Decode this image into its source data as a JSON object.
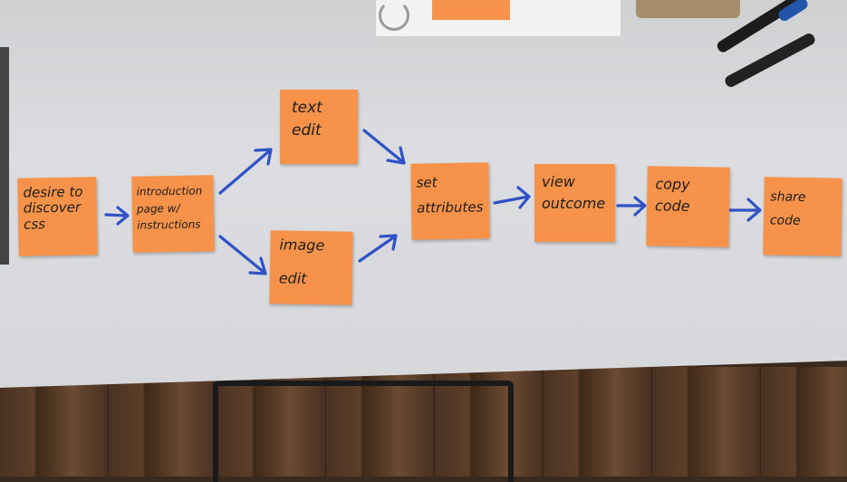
{
  "scene": "sticky-note flow chart on a white table",
  "colors": {
    "note": "#f7924a",
    "arrow": "#2f52c6",
    "table": "#d8d9dc",
    "floor": "#4a3222"
  },
  "notes": {
    "desire": "desire to\ndiscover\ncss",
    "introduction": "introduction\npage w/\ninstructions",
    "text_edit": "text\nedit",
    "image_edit": "image\n\nedit",
    "set_attributes": "set\nattributes",
    "view_outcome": "view\noutcome",
    "copy_code": "copy\ncode",
    "share_code": "share\ncode"
  }
}
